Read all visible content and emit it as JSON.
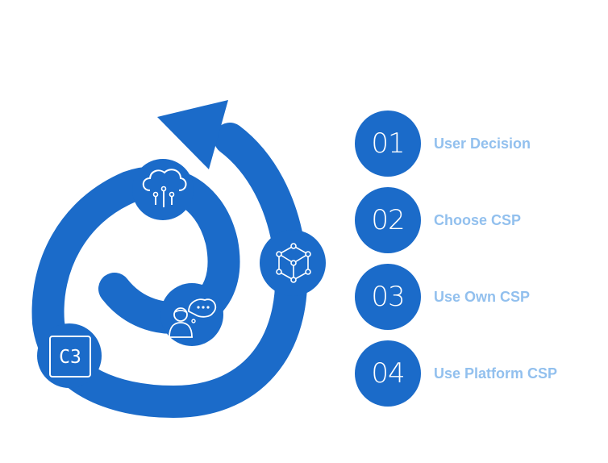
{
  "colors": {
    "primary": "#1b6bc9",
    "label": "#92c0ee",
    "icon_stroke": "#ffffff"
  },
  "cycle": {
    "icons": [
      "cloud-network-icon",
      "network-nodes-icon",
      "user-thinking-icon",
      "c3-box-icon"
    ],
    "badge_text": "C3"
  },
  "steps": [
    {
      "number": "01",
      "label": "User Decision"
    },
    {
      "number": "02",
      "label": "Choose CSP"
    },
    {
      "number": "03",
      "label": "Use Own CSP"
    },
    {
      "number": "04",
      "label": "Use Platform CSP"
    }
  ]
}
